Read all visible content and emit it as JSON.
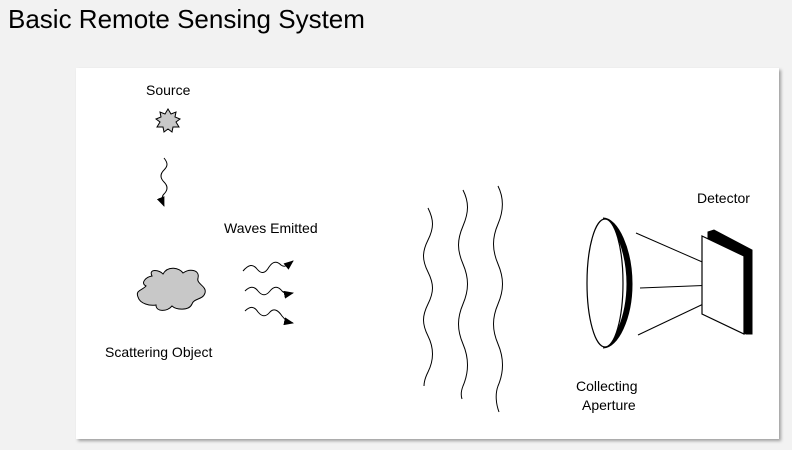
{
  "page": {
    "title": "Basic Remote Sensing System"
  },
  "diagram": {
    "labels": {
      "source": "Source",
      "waves_emitted": "Waves Emitted",
      "scattering_object": "Scattering Object",
      "detector": "Detector",
      "collecting_line1": "Collecting",
      "collecting_line2": "Aperture"
    },
    "colors": {
      "shape_fill": "#c8c8c8",
      "stroke": "#000000",
      "background": "#ffffff"
    }
  }
}
